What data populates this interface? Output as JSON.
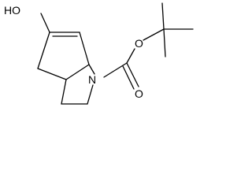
{
  "molecule": {
    "atoms": {
      "hydroxyl": "HO",
      "nitrogen": "N",
      "carbonyl_oxygen": "O",
      "ester_oxygen": "O"
    }
  },
  "colors": {
    "bond": "#000000",
    "text": "#000000",
    "background": "#ffffff"
  }
}
